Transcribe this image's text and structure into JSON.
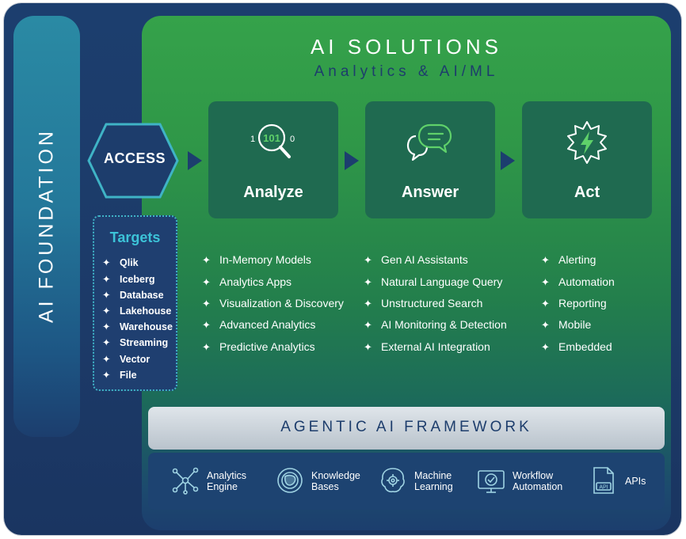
{
  "foundation": {
    "label": "AI FOUNDATION"
  },
  "solutions": {
    "title": "AI SOLUTIONS",
    "subtitle": "Analytics & AI/ML"
  },
  "access": {
    "label": "ACCESS"
  },
  "stages": [
    {
      "label": "Analyze",
      "icon": "magnifier-binary-icon"
    },
    {
      "label": "Answer",
      "icon": "chat-bubbles-icon"
    },
    {
      "label": "Act",
      "icon": "lightning-badge-icon"
    }
  ],
  "targets": {
    "title": "Targets",
    "items": [
      "Qlik",
      "Iceberg",
      "Database",
      "Lakehouse",
      "Warehouse",
      "Streaming",
      "Vector",
      "File"
    ]
  },
  "capabilities": {
    "analyze": [
      "In-Memory Models",
      "Analytics Apps",
      "Visualization & Discovery",
      "Advanced Analytics",
      "Predictive Analytics"
    ],
    "answer": [
      "Gen AI Assistants",
      "Natural Language Query",
      "Unstructured Search",
      "AI Monitoring & Detection",
      "External AI Integration"
    ],
    "act": [
      "Alerting",
      "Automation",
      "Reporting",
      "Mobile",
      "Embedded"
    ]
  },
  "agentic": {
    "label": "AGENTIC AI FRAMEWORK"
  },
  "tools": [
    {
      "line1": "Analytics",
      "line2": "Engine",
      "icon": "network-nodes-icon"
    },
    {
      "line1": "Knowledge",
      "line2": "Bases",
      "icon": "knowledge-globe-icon"
    },
    {
      "line1": "Machine",
      "line2": "Learning",
      "icon": "brain-gear-icon"
    },
    {
      "line1": "Workflow",
      "line2": "Automation",
      "icon": "monitor-check-icon"
    },
    {
      "line1": "APIs",
      "line2": "",
      "icon": "api-document-icon"
    }
  ],
  "colors": {
    "navy": "#1c3e6e",
    "green": "#35a24a",
    "teal": "#3cc3d8",
    "stage": "#1f6a50"
  }
}
